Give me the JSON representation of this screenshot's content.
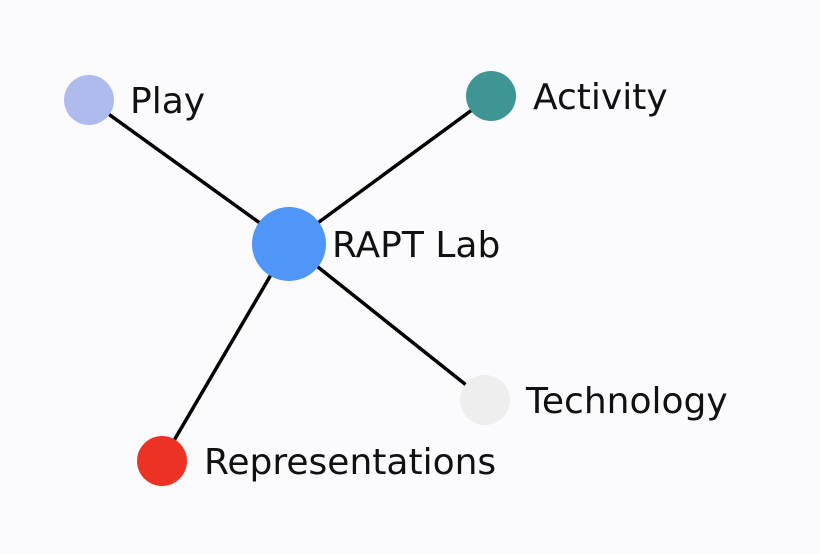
{
  "graph": {
    "edge_color": "#000000",
    "center": {
      "label": "RAPT Lab",
      "color": "#4f96f8"
    },
    "nodes": [
      {
        "label": "Play",
        "color": "#afbbed"
      },
      {
        "label": "Activity",
        "color": "#3e9593"
      },
      {
        "label": "Technology",
        "color": "#eeeeee"
      },
      {
        "label": "Representations",
        "color": "#ec3223"
      }
    ]
  }
}
